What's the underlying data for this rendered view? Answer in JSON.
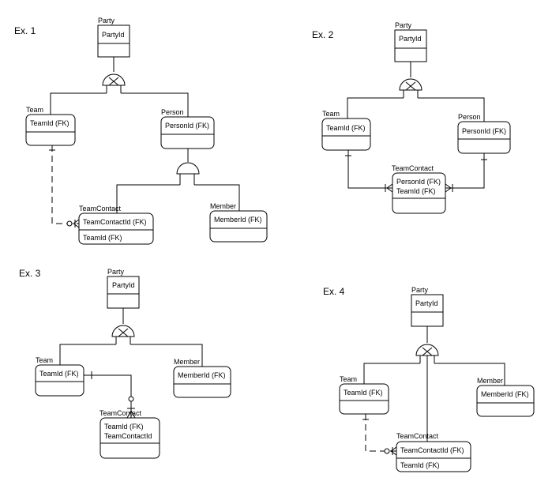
{
  "examples": [
    {
      "label": "Ex. 1",
      "entities": {
        "party": {
          "name": "Party",
          "key": "PartyId"
        },
        "team": {
          "name": "Team",
          "key": "TeamId (FK)"
        },
        "person": {
          "name": "Person",
          "key": "PersonId (FK)"
        },
        "teamcontact": {
          "name": "TeamContact",
          "key": "TeamContactId (FK)",
          "attr": "TeamId (FK)"
        },
        "member": {
          "name": "Member",
          "key": "MemberId (FK)"
        }
      }
    },
    {
      "label": "Ex. 2",
      "entities": {
        "party": {
          "name": "Party",
          "key": "PartyId"
        },
        "team": {
          "name": "Team",
          "key": "TeamId (FK)"
        },
        "person": {
          "name": "Person",
          "key": "PersonId (FK)"
        },
        "teamcontact": {
          "name": "TeamContact",
          "key1": "PersonId (FK)",
          "key2": "TeamId (FK)"
        }
      }
    },
    {
      "label": "Ex. 3",
      "entities": {
        "party": {
          "name": "Party",
          "key": "PartyId"
        },
        "team": {
          "name": "Team",
          "key": "TeamId (FK)"
        },
        "member": {
          "name": "Member",
          "key": "MemberId (FK)"
        },
        "teamcontact": {
          "name": "TeamContact",
          "key1": "TeamId (FK)",
          "key2": "TeamContactId"
        }
      }
    },
    {
      "label": "Ex. 4",
      "entities": {
        "party": {
          "name": "Party",
          "key": "PartyId"
        },
        "team": {
          "name": "Team",
          "key": "TeamId (FK)"
        },
        "member": {
          "name": "Member",
          "key": "MemberId (FK)"
        },
        "teamcontact": {
          "name": "TeamContact",
          "key": "TeamContactId (FK)",
          "attr": "TeamId (FK)"
        }
      }
    }
  ]
}
